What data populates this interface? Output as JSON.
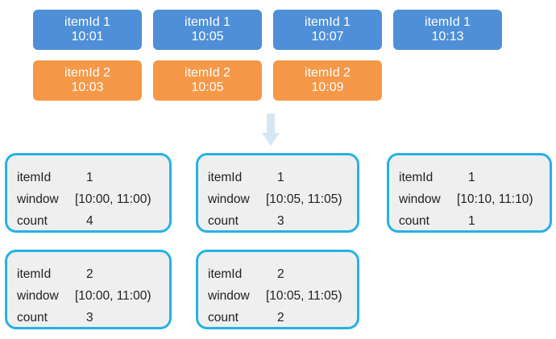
{
  "events": [
    {
      "item": "itemId 1",
      "time": "10:01",
      "color": "#4f8fd8"
    },
    {
      "item": "itemId 1",
      "time": "10:05",
      "color": "#4f8fd8"
    },
    {
      "item": "itemId 1",
      "time": "10:07",
      "color": "#4f8fd8"
    },
    {
      "item": "itemId 1",
      "time": "10:13",
      "color": "#4f8fd8"
    },
    {
      "item": "itemId 2",
      "time": "10:03",
      "color": "#f59848"
    },
    {
      "item": "itemId 2",
      "time": "10:05",
      "color": "#f59848"
    },
    {
      "item": "itemId 2",
      "time": "10:09",
      "color": "#f59848"
    }
  ],
  "arrow_icon": "down-arrow-icon",
  "labels": {
    "item": "itemId",
    "window": "window",
    "count": "count"
  },
  "results": [
    {
      "itemId": "1",
      "window": "[10:00, 11:00)",
      "count": "4"
    },
    {
      "itemId": "1",
      "window": "[10:05, 11:05)",
      "count": "3"
    },
    {
      "itemId": "1",
      "window": "[10:10, 11:10)",
      "count": "1"
    },
    {
      "itemId": "2",
      "window": "[10:00, 11:00)",
      "count": "3"
    },
    {
      "itemId": "2",
      "window": "[10:05, 11:05)",
      "count": "2"
    }
  ],
  "colors": {
    "card_border": "#25b2e5",
    "card_fill": "#efefef",
    "arrow": "#d7e6f3"
  }
}
